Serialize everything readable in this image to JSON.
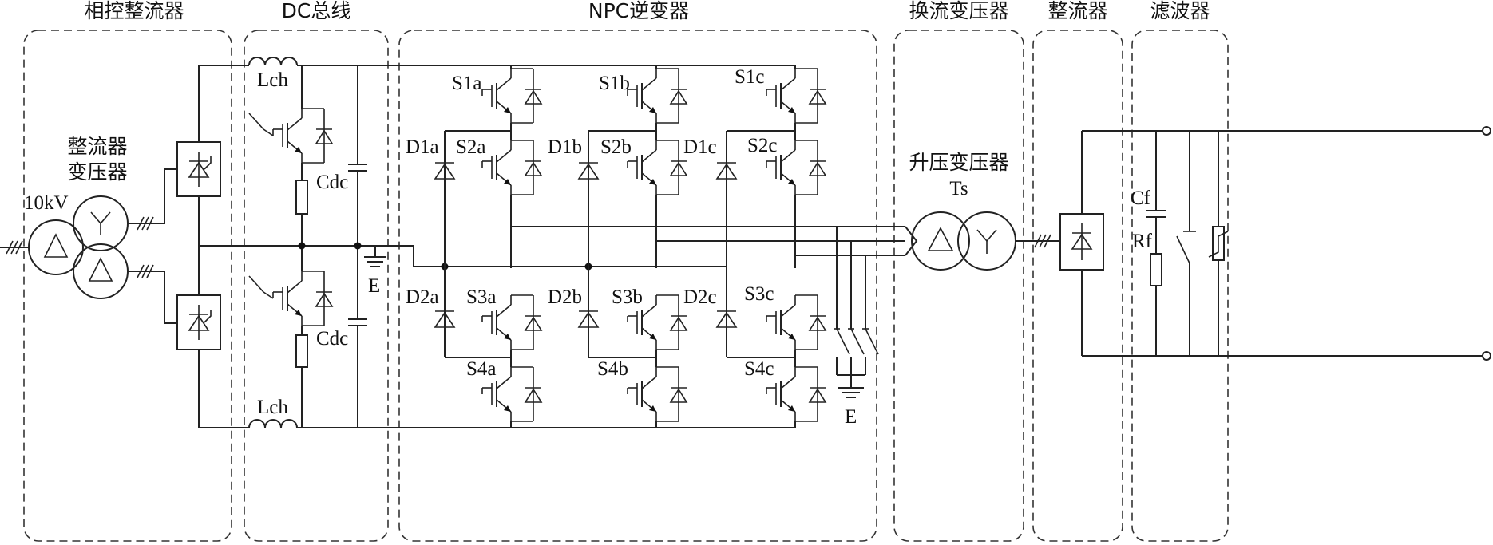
{
  "sections": [
    {
      "title": "相控整流器"
    },
    {
      "title": "DC总线"
    },
    {
      "title": "NPC逆变器"
    },
    {
      "title": "换流变压器"
    },
    {
      "title": "整流器"
    },
    {
      "title": "滤波器"
    }
  ],
  "rectifier_transformer": {
    "line1": "整流器",
    "line2": "变压器",
    "voltage": "10kV"
  },
  "dc_bus": {
    "inductor_top": "Lch",
    "inductor_bottom": "Lch",
    "cap_top": "Cdc",
    "cap_bottom": "Cdc",
    "ground": "E"
  },
  "switches": [
    "S1a",
    "S2a",
    "S3a",
    "S4a",
    "S1b",
    "S2b",
    "S3b",
    "S4b",
    "S1c",
    "S2c",
    "S3c",
    "S4c"
  ],
  "diodes": [
    "D1a",
    "D2a",
    "D1b",
    "D2b",
    "D1c",
    "D2c"
  ],
  "output_ground": "E",
  "boost_transformer": {
    "line1": "升压变压器",
    "line2": "Ts"
  },
  "filter": {
    "cap": "Cf",
    "res": "Rf"
  }
}
